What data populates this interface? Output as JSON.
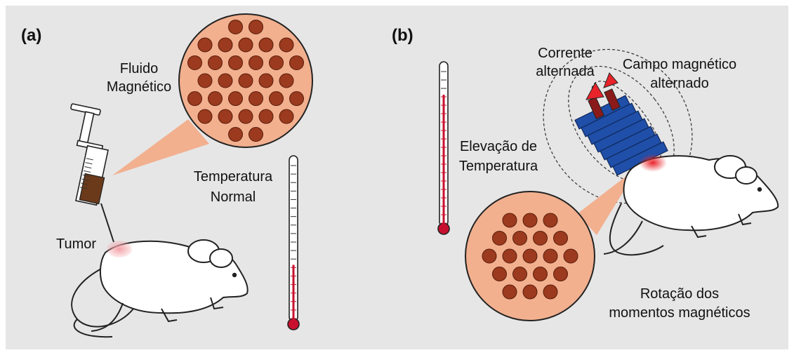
{
  "colors": {
    "background": "#e6e6e6",
    "particle_fill": "#9b3a1e",
    "particle_stroke": "#5a1d0c",
    "zoom_circle": "#f2b08f",
    "thermometer_red": "#c8102e",
    "coil_blue": "#1f4fa8",
    "tumor_pink": "#f4a3a8",
    "hot_spot": "#e8232a",
    "fluid_brown": "#6b3a1a"
  },
  "panel_a": {
    "label": "(a)",
    "fluid_label_line1": "Fluido",
    "fluid_label_line2": "Magnético",
    "tumor_label": "Tumor",
    "temp_label_line1": "Temperatura",
    "temp_label_line2": "Normal",
    "thermometer_level": 0.35,
    "icons": [
      "syringe-icon",
      "mouse-icon",
      "thermometer-icon",
      "magnetic-particles-icon"
    ]
  },
  "panel_b": {
    "label": "(b)",
    "current_label_line1": "Corrente",
    "current_label_line2": "alternada",
    "field_label_line1": "Campo magnético",
    "field_label_line2": "alternado",
    "temp_label_line1": "Elevação de",
    "temp_label_line2": "Temperatura",
    "rotation_label_line1": "Rotação dos",
    "rotation_label_line2": "momentos magnéticos",
    "thermometer_level": 0.82,
    "icons": [
      "coil-icon",
      "mouse-icon",
      "thermometer-icon",
      "magnetic-particles-icon",
      "current-arrow-icon"
    ]
  }
}
